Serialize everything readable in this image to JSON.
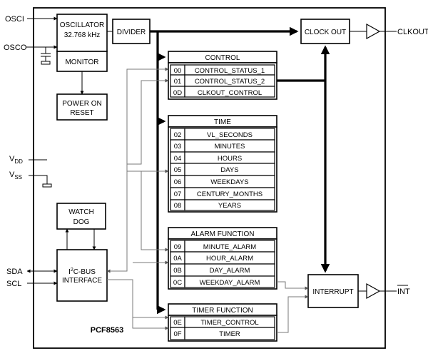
{
  "chip": {
    "name": "PCF8563"
  },
  "pins": {
    "osci": "OSCI",
    "osco": "OSCO",
    "vdd_main": "V",
    "vdd_sub": "DD",
    "vss_main": "V",
    "vss_sub": "SS",
    "sda": "SDA",
    "scl": "SCL",
    "clkout": "CLKOUT",
    "int": "INT"
  },
  "blocks": {
    "oscillator_line1": "OSCILLATOR",
    "oscillator_line2": "32.768 kHz",
    "monitor": "MONITOR",
    "divider": "DIVIDER",
    "power_on_line1": "POWER ON",
    "power_on_line2": "RESET",
    "watchdog_line1": "WATCH",
    "watchdog_line2": "DOG",
    "i2c_prefix": "I",
    "i2c_sup": "2",
    "i2c_rest": "C-BUS",
    "i2c_line2": "INTERFACE",
    "clock_out": "CLOCK OUT",
    "interrupt": "INTERRUPT"
  },
  "register_groups": {
    "control": {
      "title": "CONTROL",
      "rows": [
        {
          "addr": "00",
          "name": "CONTROL_STATUS_1"
        },
        {
          "addr": "01",
          "name": "CONTROL_STATUS_2"
        },
        {
          "addr": "0D",
          "name": "CLKOUT_CONTROL"
        }
      ]
    },
    "time": {
      "title": "TIME",
      "rows": [
        {
          "addr": "02",
          "name": "VL_SECONDS"
        },
        {
          "addr": "03",
          "name": "MINUTES"
        },
        {
          "addr": "04",
          "name": "HOURS"
        },
        {
          "addr": "05",
          "name": "DAYS"
        },
        {
          "addr": "06",
          "name": "WEEKDAYS"
        },
        {
          "addr": "07",
          "name": "CENTURY_MONTHS"
        },
        {
          "addr": "08",
          "name": "YEARS"
        }
      ]
    },
    "alarm": {
      "title": "ALARM FUNCTION",
      "rows": [
        {
          "addr": "09",
          "name": "MINUTE_ALARM"
        },
        {
          "addr": "0A",
          "name": "HOUR_ALARM"
        },
        {
          "addr": "0B",
          "name": "DAY_ALARM"
        },
        {
          "addr": "0C",
          "name": "WEEKDAY_ALARM"
        }
      ]
    },
    "timer": {
      "title": "TIMER FUNCTION",
      "rows": [
        {
          "addr": "0E",
          "name": "TIMER_CONTROL"
        },
        {
          "addr": "0F",
          "name": "TIMER"
        }
      ]
    }
  }
}
